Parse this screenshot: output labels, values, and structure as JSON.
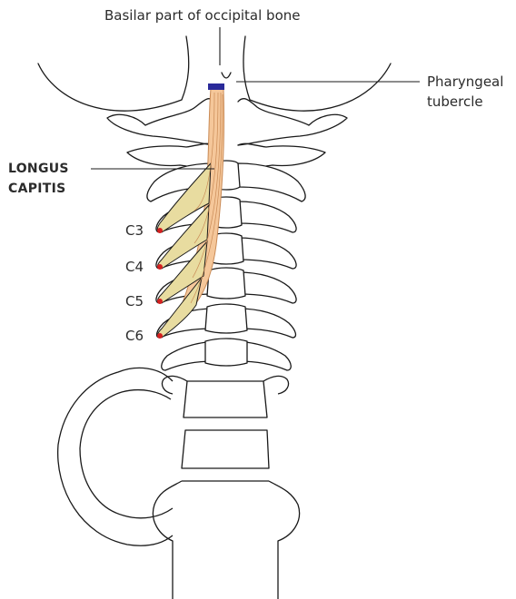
{
  "labels": {
    "basilar": "Basilar part of occipital bone",
    "pharyngeal_1": "Pharyngeal",
    "pharyngeal_2": "tubercle",
    "muscle_1": "LONGUS",
    "muscle_2": "CAPITIS",
    "c3": "C3",
    "c4": "C4",
    "c5": "C5",
    "c6": "C6"
  },
  "colors": {
    "outline": "#1a1a1a",
    "muscle_fill": "#f5c79a",
    "muscle_stroke": "#c98a55",
    "tendon_fill": "#e8dca0",
    "tendon_tip": "#d42020",
    "insertion_bar": "#2a2a9a",
    "bone_fill": "#ffffff"
  }
}
